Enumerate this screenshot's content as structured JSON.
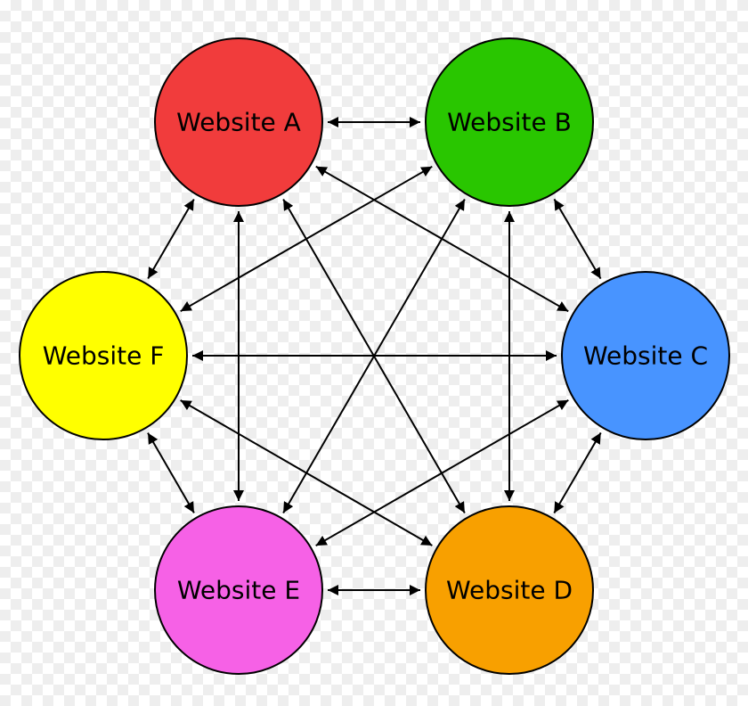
{
  "nodes": [
    {
      "id": "A",
      "label": "Website A",
      "color": "#f13c3c"
    },
    {
      "id": "B",
      "label": "Website B",
      "color": "#29c600"
    },
    {
      "id": "C",
      "label": "Website C",
      "color": "#4894ff"
    },
    {
      "id": "D",
      "label": "Website D",
      "color": "#f8a000"
    },
    {
      "id": "E",
      "label": "Website E",
      "color": "#f661e6"
    },
    {
      "id": "F",
      "label": "Website F",
      "color": "#ffff00"
    }
  ],
  "edges": [
    {
      "from": "A",
      "to": "B",
      "direction": "both"
    },
    {
      "from": "A",
      "to": "C",
      "direction": "both"
    },
    {
      "from": "A",
      "to": "D",
      "direction": "both"
    },
    {
      "from": "A",
      "to": "E",
      "direction": "both"
    },
    {
      "from": "A",
      "to": "F",
      "direction": "both"
    },
    {
      "from": "B",
      "to": "C",
      "direction": "both"
    },
    {
      "from": "B",
      "to": "D",
      "direction": "both"
    },
    {
      "from": "B",
      "to": "E",
      "direction": "both"
    },
    {
      "from": "B",
      "to": "F",
      "direction": "both"
    },
    {
      "from": "C",
      "to": "D",
      "direction": "both"
    },
    {
      "from": "C",
      "to": "E",
      "direction": "both"
    },
    {
      "from": "C",
      "to": "F",
      "direction": "both"
    },
    {
      "from": "D",
      "to": "E",
      "direction": "both"
    },
    {
      "from": "D",
      "to": "F",
      "direction": "both"
    },
    {
      "from": "E",
      "to": "F",
      "direction": "both"
    }
  ]
}
